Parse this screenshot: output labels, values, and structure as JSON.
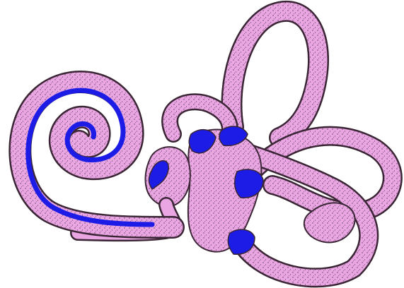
{
  "diagram": {
    "subject": "inner-ear-labyrinth",
    "parts": [
      "cochlea",
      "cochlear-duct",
      "saccule",
      "utricle",
      "anterior-semicircular-canal",
      "posterior-semicircular-canal",
      "lateral-semicircular-canal",
      "endolymphatic-sac",
      "ampulla-anterior",
      "ampulla-lateral",
      "ampulla-posterior",
      "macula-saccule"
    ],
    "colors": {
      "membrane_fill": "#e9a6e3",
      "outline": "#3a2535",
      "stipple": "#5a3a55",
      "sensory_blue": "#1c1ce6"
    }
  }
}
